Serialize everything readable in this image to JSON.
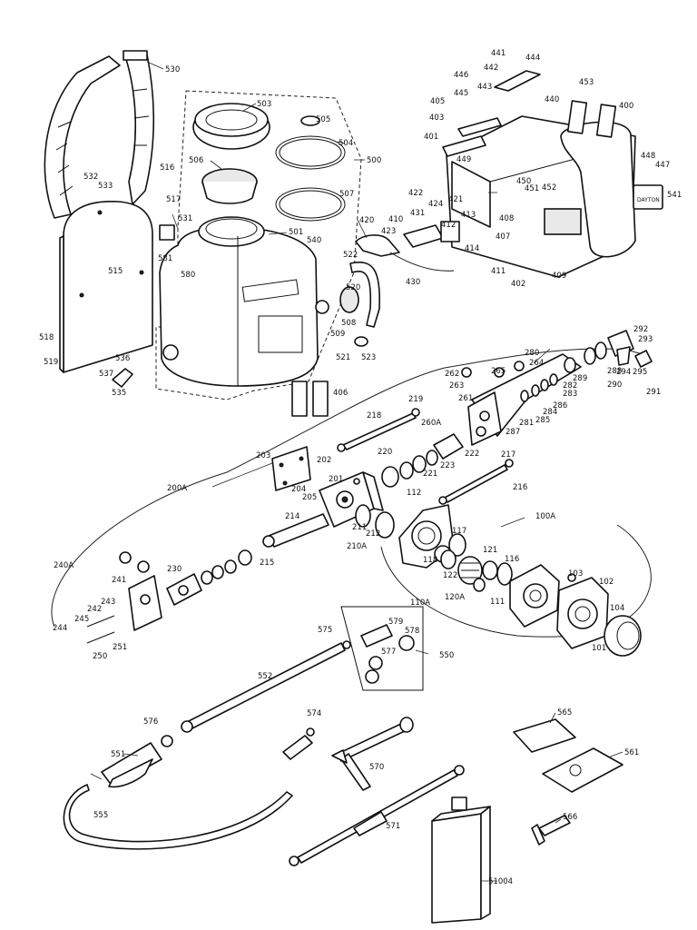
{
  "brand_logo_text": "DAYTON",
  "part_labels": [
    "530",
    "503",
    "505",
    "504",
    "500",
    "506",
    "507",
    "501",
    "540",
    "531",
    "516",
    "517",
    "532",
    "533",
    "515",
    "580",
    "581",
    "522",
    "520",
    "508",
    "509",
    "521",
    "523",
    "518",
    "519",
    "536",
    "537",
    "535",
    "406",
    "441",
    "442",
    "444",
    "443",
    "446",
    "445",
    "440",
    "453",
    "405",
    "403",
    "401",
    "400",
    "449",
    "450",
    "451",
    "452",
    "448",
    "447",
    "541",
    "422",
    "424",
    "421",
    "431",
    "413",
    "412",
    "410",
    "420",
    "423",
    "414",
    "430",
    "408",
    "407",
    "411",
    "402",
    "409",
    "292",
    "293",
    "294",
    "295",
    "291",
    "280",
    "264",
    "265",
    "262",
    "263",
    "261",
    "288",
    "289",
    "290",
    "282",
    "283",
    "286",
    "284",
    "285",
    "281",
    "287",
    "219",
    "260A",
    "218",
    "220",
    "223",
    "222",
    "221",
    "217",
    "216",
    "203",
    "202",
    "204",
    "205",
    "201",
    "112",
    "200A",
    "214",
    "211",
    "212",
    "210A",
    "100A",
    "117",
    "118",
    "121",
    "116",
    "122",
    "120A",
    "103",
    "102",
    "104",
    "111",
    "101",
    "240A",
    "241",
    "230",
    "215",
    "243",
    "242",
    "245",
    "244",
    "251",
    "250",
    "110A",
    "575",
    "579",
    "578",
    "577",
    "550",
    "552",
    "574",
    "576",
    "551",
    "570",
    "565",
    "561",
    "566",
    "555",
    "571",
    "51004"
  ],
  "colors": {
    "line": "#111111",
    "background": "#ffffff",
    "shade": "#e9e9e9"
  }
}
